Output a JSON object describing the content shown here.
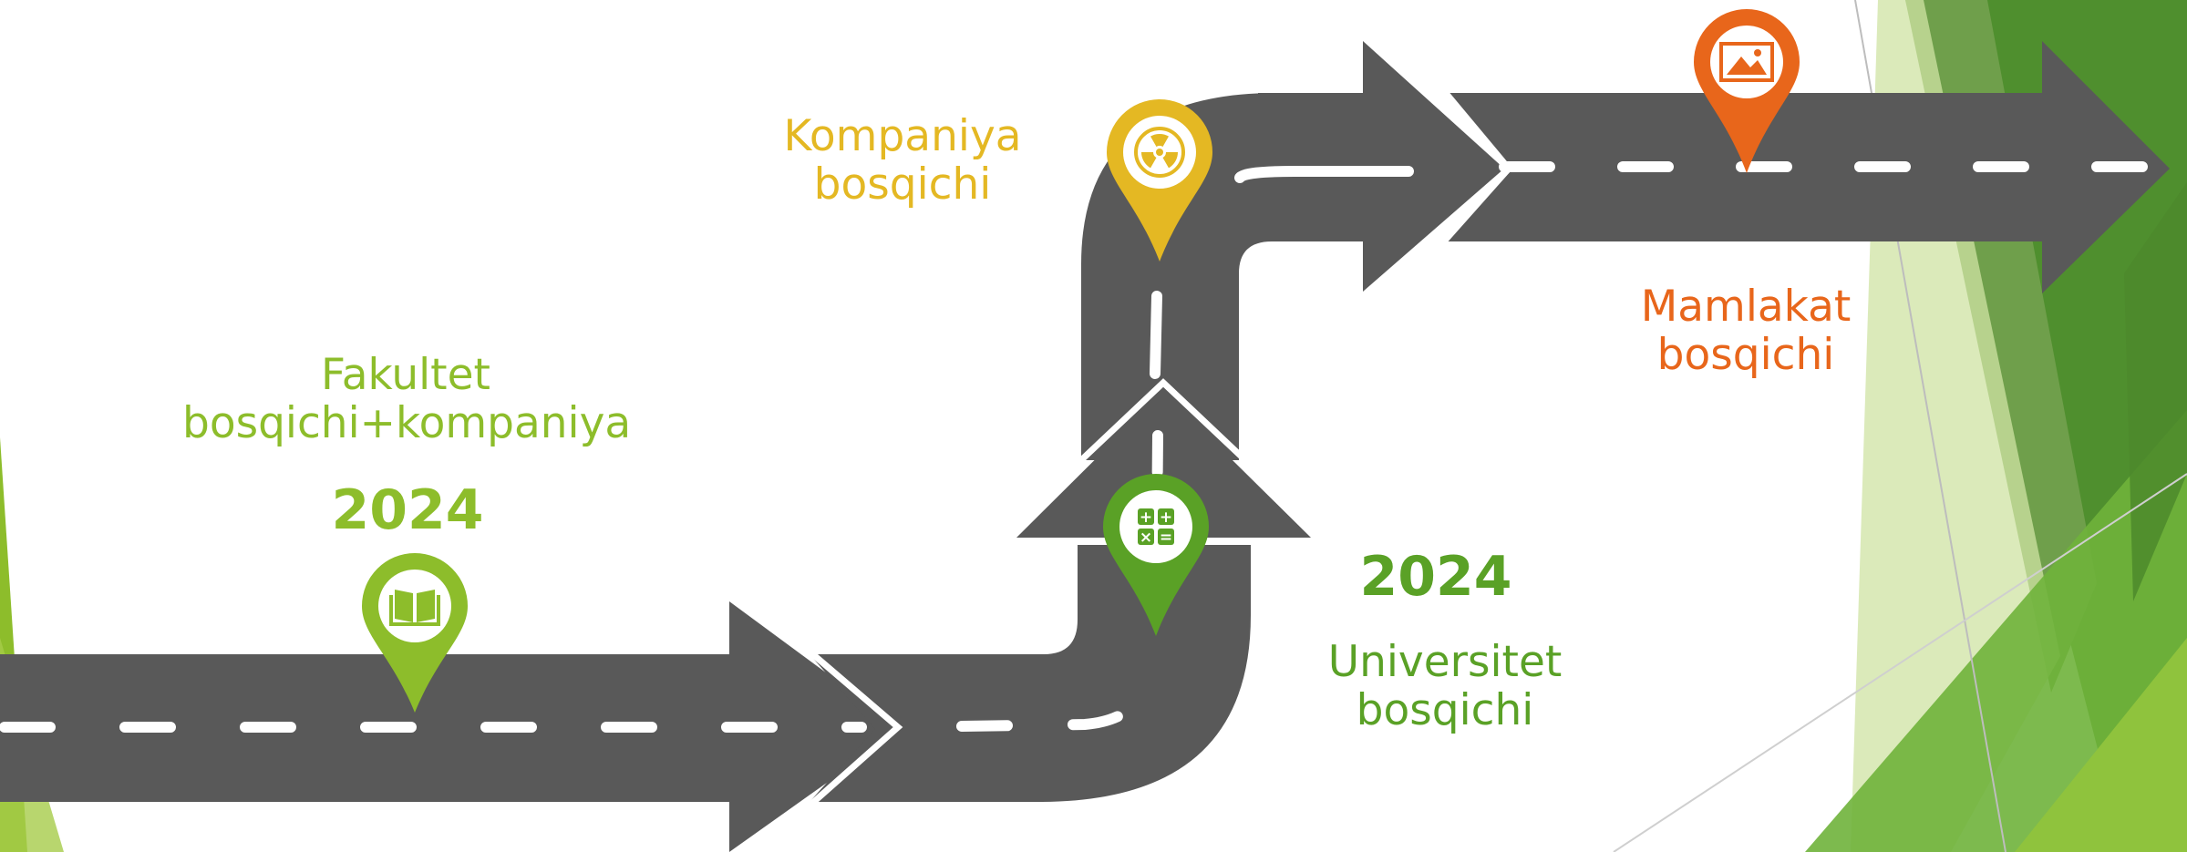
{
  "colors": {
    "road": "#595959",
    "dash": "#ffffff",
    "green_light": "#8dbd2b",
    "green_dark": "#5aa126",
    "yellow": "#e4b823",
    "orange": "#e8661b"
  },
  "stages": [
    {
      "id": "fakultet",
      "lines": [
        "Fakultet",
        "bosqichi+kompaniya"
      ],
      "year": "2024",
      "color": "#8dbd2b",
      "icon": "book-icon"
    },
    {
      "id": "universitet",
      "lines": [
        "Universitet",
        "bosqichi"
      ],
      "year": "2024",
      "color": "#5aa126",
      "icon": "calculator-icon"
    },
    {
      "id": "kompaniya",
      "lines": [
        "Kompaniya",
        "bosqichi"
      ],
      "color": "#e4b823",
      "icon": "radiation-icon"
    },
    {
      "id": "mamlakat",
      "lines": [
        "Mamlakat",
        "bosqichi"
      ],
      "color": "#e8661b",
      "icon": "image-icon"
    }
  ]
}
